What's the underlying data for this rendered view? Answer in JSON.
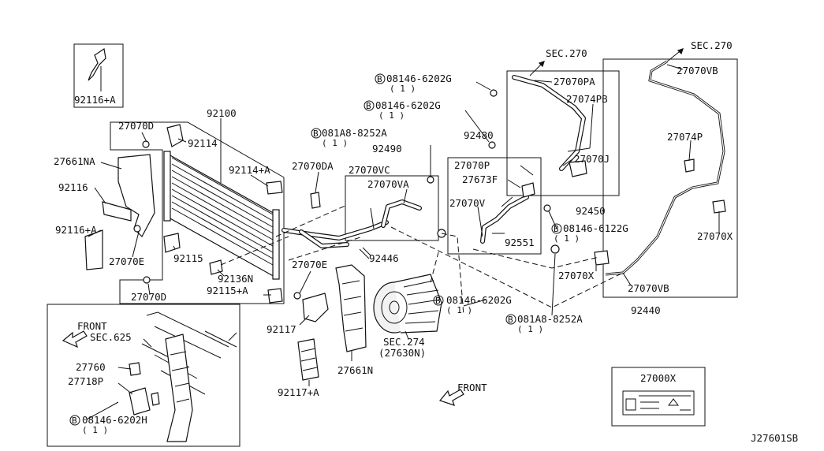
{
  "diagram_id": "J27601SB",
  "parts": {
    "p92116A_top": "92116+A",
    "p92100": "92100",
    "p27070D": "27070D",
    "p92114": "92114",
    "p27661NA": "27661NA",
    "p92116": "92116",
    "p92116A": "92116+A",
    "p27070E_left": "27070E",
    "p92115": "92115",
    "p27070D_bottom": "27070D",
    "p92114A": "92114+A",
    "p27070DA": "27070DA",
    "p92136N": "92136N",
    "p92115A": "92115+A",
    "p27070E": "27070E",
    "p92117": "92117",
    "p92117A": "92117+A",
    "p27661N": "27661N",
    "p081A8_top": "081A8-8252A",
    "p081A8_top_qty": "( 1 )",
    "p92490": "92490",
    "p27070VC": "27070VC",
    "p27070VA": "27070VA",
    "p92446": "92446",
    "p08146_a": "08146-6202G",
    "p08146_a_qty": "( 1 )",
    "p08146_b": "08146-6202G",
    "p08146_b_qty": "( 1 )",
    "sec270_mid": "SEC.270",
    "p27070PA": "27070PA",
    "p27074PB": "27074PB",
    "p27070J": "27070J",
    "p92480": "92480",
    "p27070P": "27070P",
    "p27673F": "27673F",
    "p27070V": "27070V",
    "p08146_6122G": "08146-6122G",
    "p08146_6122G_qty": "( 1 )",
    "p92551": "92551",
    "p92450": "92450",
    "sec270_right": "SEC.270",
    "p27070VB_top": "27070VB",
    "p27074P": "27074P",
    "p27070X_right": "27070X",
    "p27070X": "27070X",
    "p27070VB": "27070VB",
    "p92440": "92440",
    "p08146_c": "08146-6202G",
    "p08146_c_qty": "( 1 )",
    "p081A8_bottom": "081A8-8252A",
    "p081A8_bottom_qty": "( 1 )",
    "sec274": "SEC.274",
    "p27630N": "(27630N)",
    "front_mid": "FRONT",
    "front_inset": "FRONT",
    "sec625": "SEC.625",
    "p27760": "27760",
    "p27718P": "27718P",
    "p08146_h": "08146-6202H",
    "p08146_h_qty": "( 1 )",
    "p27000X": "27000X",
    "bolt_badge": "B"
  }
}
